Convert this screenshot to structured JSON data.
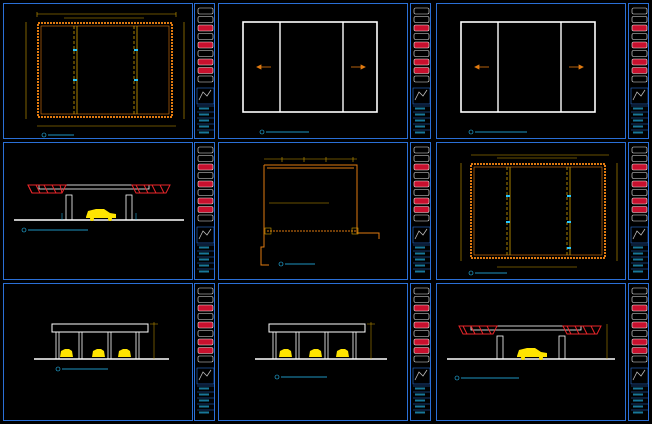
{
  "drawing": {
    "colors": {
      "frame": "#2a6fd6",
      "wall": "#e07a10",
      "dim": "#d2a000",
      "truss": "#e8262a",
      "car": "#ffe400",
      "text": "#28c6ff",
      "white": "#ffffff"
    },
    "sheets": [
      {
        "id": "s1",
        "kind": "plan-frame"
      },
      {
        "id": "s2",
        "kind": "glass-panels"
      },
      {
        "id": "s3",
        "kind": "glass-panels"
      },
      {
        "id": "s4",
        "kind": "elevation-truss"
      },
      {
        "id": "s5",
        "kind": "plan-outline"
      },
      {
        "id": "s6",
        "kind": "plan-frame"
      },
      {
        "id": "s7",
        "kind": "elevation-columns"
      },
      {
        "id": "s8",
        "kind": "elevation-columns"
      },
      {
        "id": "s9",
        "kind": "elevation-truss"
      }
    ]
  }
}
